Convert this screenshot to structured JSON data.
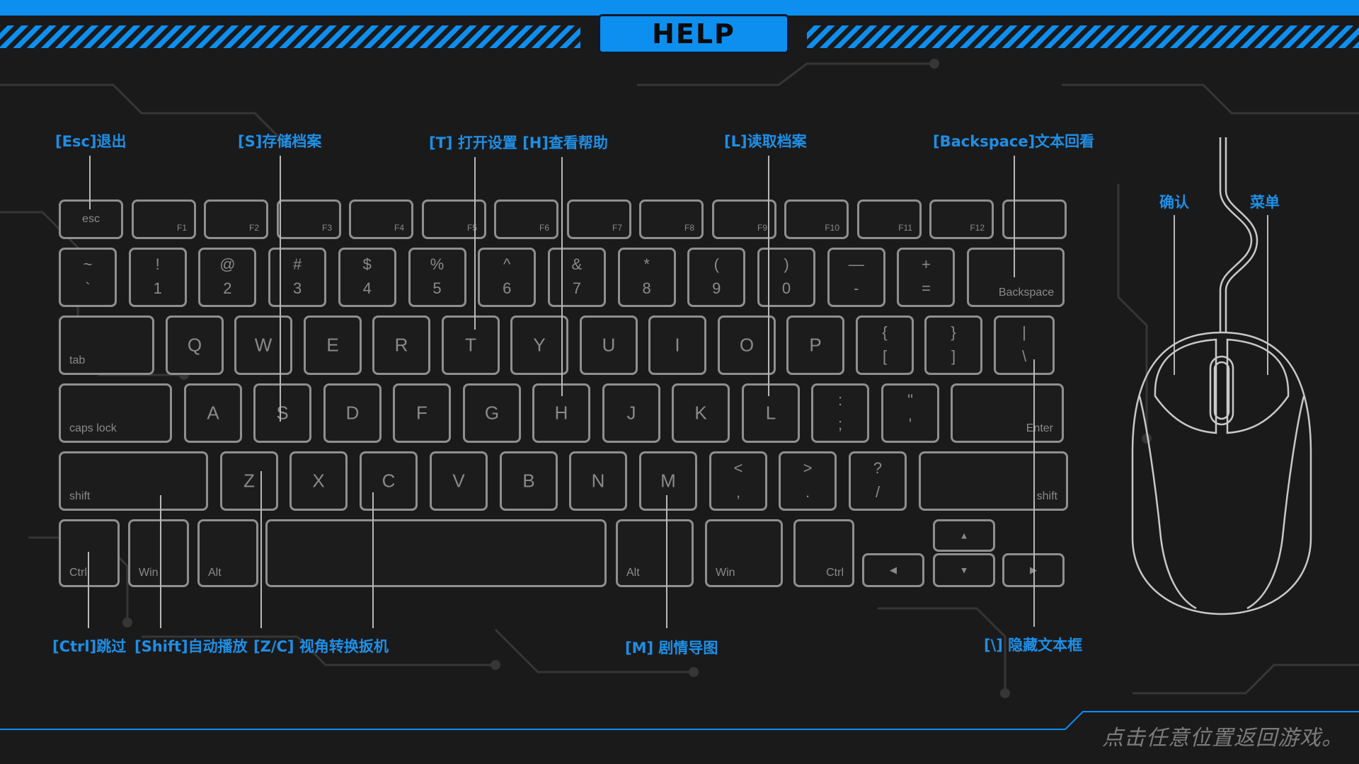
{
  "header": {
    "title": "HELP"
  },
  "colors": {
    "accent": "#0d8ff0",
    "label": "#1e8fe6",
    "key_border": "#8f8f8f",
    "background": "#1a1a1b"
  },
  "keyboard": {
    "function_row": [
      "esc",
      "F1",
      "F2",
      "F3",
      "F4",
      "F5",
      "F6",
      "F7",
      "F8",
      "F9",
      "F10",
      "F11",
      "F12",
      ""
    ],
    "number_row": [
      {
        "top": "~",
        "bottom": "`"
      },
      {
        "top": "!",
        "bottom": "1"
      },
      {
        "top": "@",
        "bottom": "2"
      },
      {
        "top": "#",
        "bottom": "3"
      },
      {
        "top": "$",
        "bottom": "4"
      },
      {
        "top": "%",
        "bottom": "5"
      },
      {
        "top": "^",
        "bottom": "6"
      },
      {
        "top": "&",
        "bottom": "7"
      },
      {
        "top": "*",
        "bottom": "8"
      },
      {
        "top": "(",
        "bottom": "9"
      },
      {
        "top": ")",
        "bottom": "0"
      },
      {
        "top": "—",
        "bottom": "-"
      },
      {
        "top": "+",
        "bottom": "="
      },
      {
        "label": "Backspace"
      }
    ],
    "q_row": [
      {
        "label": "tab"
      },
      {
        "center": "Q"
      },
      {
        "center": "W"
      },
      {
        "center": "E"
      },
      {
        "center": "R"
      },
      {
        "center": "T"
      },
      {
        "center": "Y"
      },
      {
        "center": "U"
      },
      {
        "center": "I"
      },
      {
        "center": "O"
      },
      {
        "center": "P"
      },
      {
        "top": "{",
        "bottom": "["
      },
      {
        "top": "}",
        "bottom": "]"
      },
      {
        "top": "|",
        "bottom": "\\"
      }
    ],
    "a_row": [
      {
        "label": "caps lock"
      },
      {
        "center": "A"
      },
      {
        "center": "S"
      },
      {
        "center": "D"
      },
      {
        "center": "F"
      },
      {
        "center": "G"
      },
      {
        "center": "H"
      },
      {
        "center": "J"
      },
      {
        "center": "K"
      },
      {
        "center": "L"
      },
      {
        "top": ":",
        "bottom": ";"
      },
      {
        "top": "\"",
        "bottom": "'"
      },
      {
        "label": "Enter"
      }
    ],
    "z_row": [
      {
        "label": "shift"
      },
      {
        "center": "Z"
      },
      {
        "center": "X"
      },
      {
        "center": "C"
      },
      {
        "center": "V"
      },
      {
        "center": "B"
      },
      {
        "center": "N"
      },
      {
        "center": "M"
      },
      {
        "top": "<",
        "bottom": ","
      },
      {
        "top": ">",
        "bottom": "."
      },
      {
        "top": "?",
        "bottom": "/"
      },
      {
        "label": "shift"
      }
    ],
    "bottom_row": [
      "Ctrl",
      "Win",
      "Alt",
      "",
      "Alt",
      "Win",
      "Ctrl"
    ],
    "arrows": {
      "up": "▲",
      "down": "▼",
      "left": "◀",
      "right": "▶"
    }
  },
  "labels": {
    "esc": "[Esc]退出",
    "save": "[S]存储档案",
    "settings_help": "[T] 打开设置 [H]查看帮助",
    "load": "[L]读取档案",
    "backspace": "[Backspace]文本回看",
    "confirm": "确认",
    "menu": "菜单",
    "ctrl": "[Ctrl]跳过",
    "shift": "[Shift]自动播放",
    "zc": "[Z/C] 视角转换扳机",
    "map": "[M] 剧情导图",
    "hide": "[\\] 隐藏文本框"
  },
  "footer": {
    "hint": "点击任意位置返回游戏。"
  }
}
